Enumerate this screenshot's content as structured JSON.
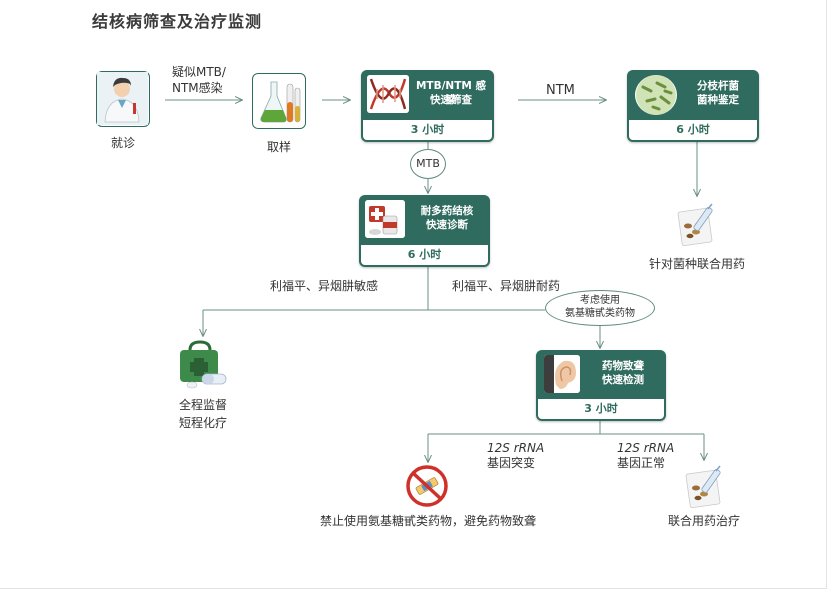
{
  "title": "结核病筛查及治疗监测",
  "colors": {
    "accent": "#2f6b5e",
    "line": "#6b8f86"
  },
  "nodes": {
    "visit": {
      "label": "就诊",
      "icon": "doctor-icon"
    },
    "sample": {
      "label": "取样",
      "icon": "test-tube-icon"
    },
    "screen": {
      "line1": "MTB/NTM 感染",
      "line2": "快速筛查",
      "time": "3 小时",
      "icon": "dna-icon"
    },
    "species": {
      "line1": "分枝杆菌",
      "line2": "菌种鉴定",
      "time": "6 小时",
      "icon": "bacteria-icon"
    },
    "mdr": {
      "line1": "耐多药结核",
      "line2": "快速诊断",
      "time": "6 小时",
      "icon": "medicine-kit-icon"
    },
    "deaf": {
      "line1": "药物致聋",
      "line2": "快速检测",
      "time": "3 小时",
      "icon": "ear-icon"
    },
    "targeted": {
      "label": "针对菌种联合用药",
      "icon": "pills-syringe-icon"
    },
    "monitor": {
      "line1": "全程监督",
      "line2": "短程化疗",
      "icon": "medicine-bag-icon"
    },
    "ban": {
      "label": "禁止使用氨基糖甙类药物，避免药物致聋",
      "icon": "no-injection-icon"
    },
    "combo": {
      "label": "联合用药治疗",
      "icon": "pills-syringe-icon"
    }
  },
  "edges": {
    "suspect_line1": "疑似MTB/",
    "suspect_line2": "NTM感染",
    "ntm": "NTM",
    "mtb": "MTB",
    "sensitive": "利福平、异烟肼敏感",
    "resistant": "利福平、异烟肼耐药",
    "consider_line1": "考虑使用",
    "consider_line2": "氨基糖甙类药物",
    "mut_gene": "12S rRNA",
    "mut_text": "基因突变",
    "norm_gene": "12S rRNA",
    "norm_text": "基因正常"
  }
}
